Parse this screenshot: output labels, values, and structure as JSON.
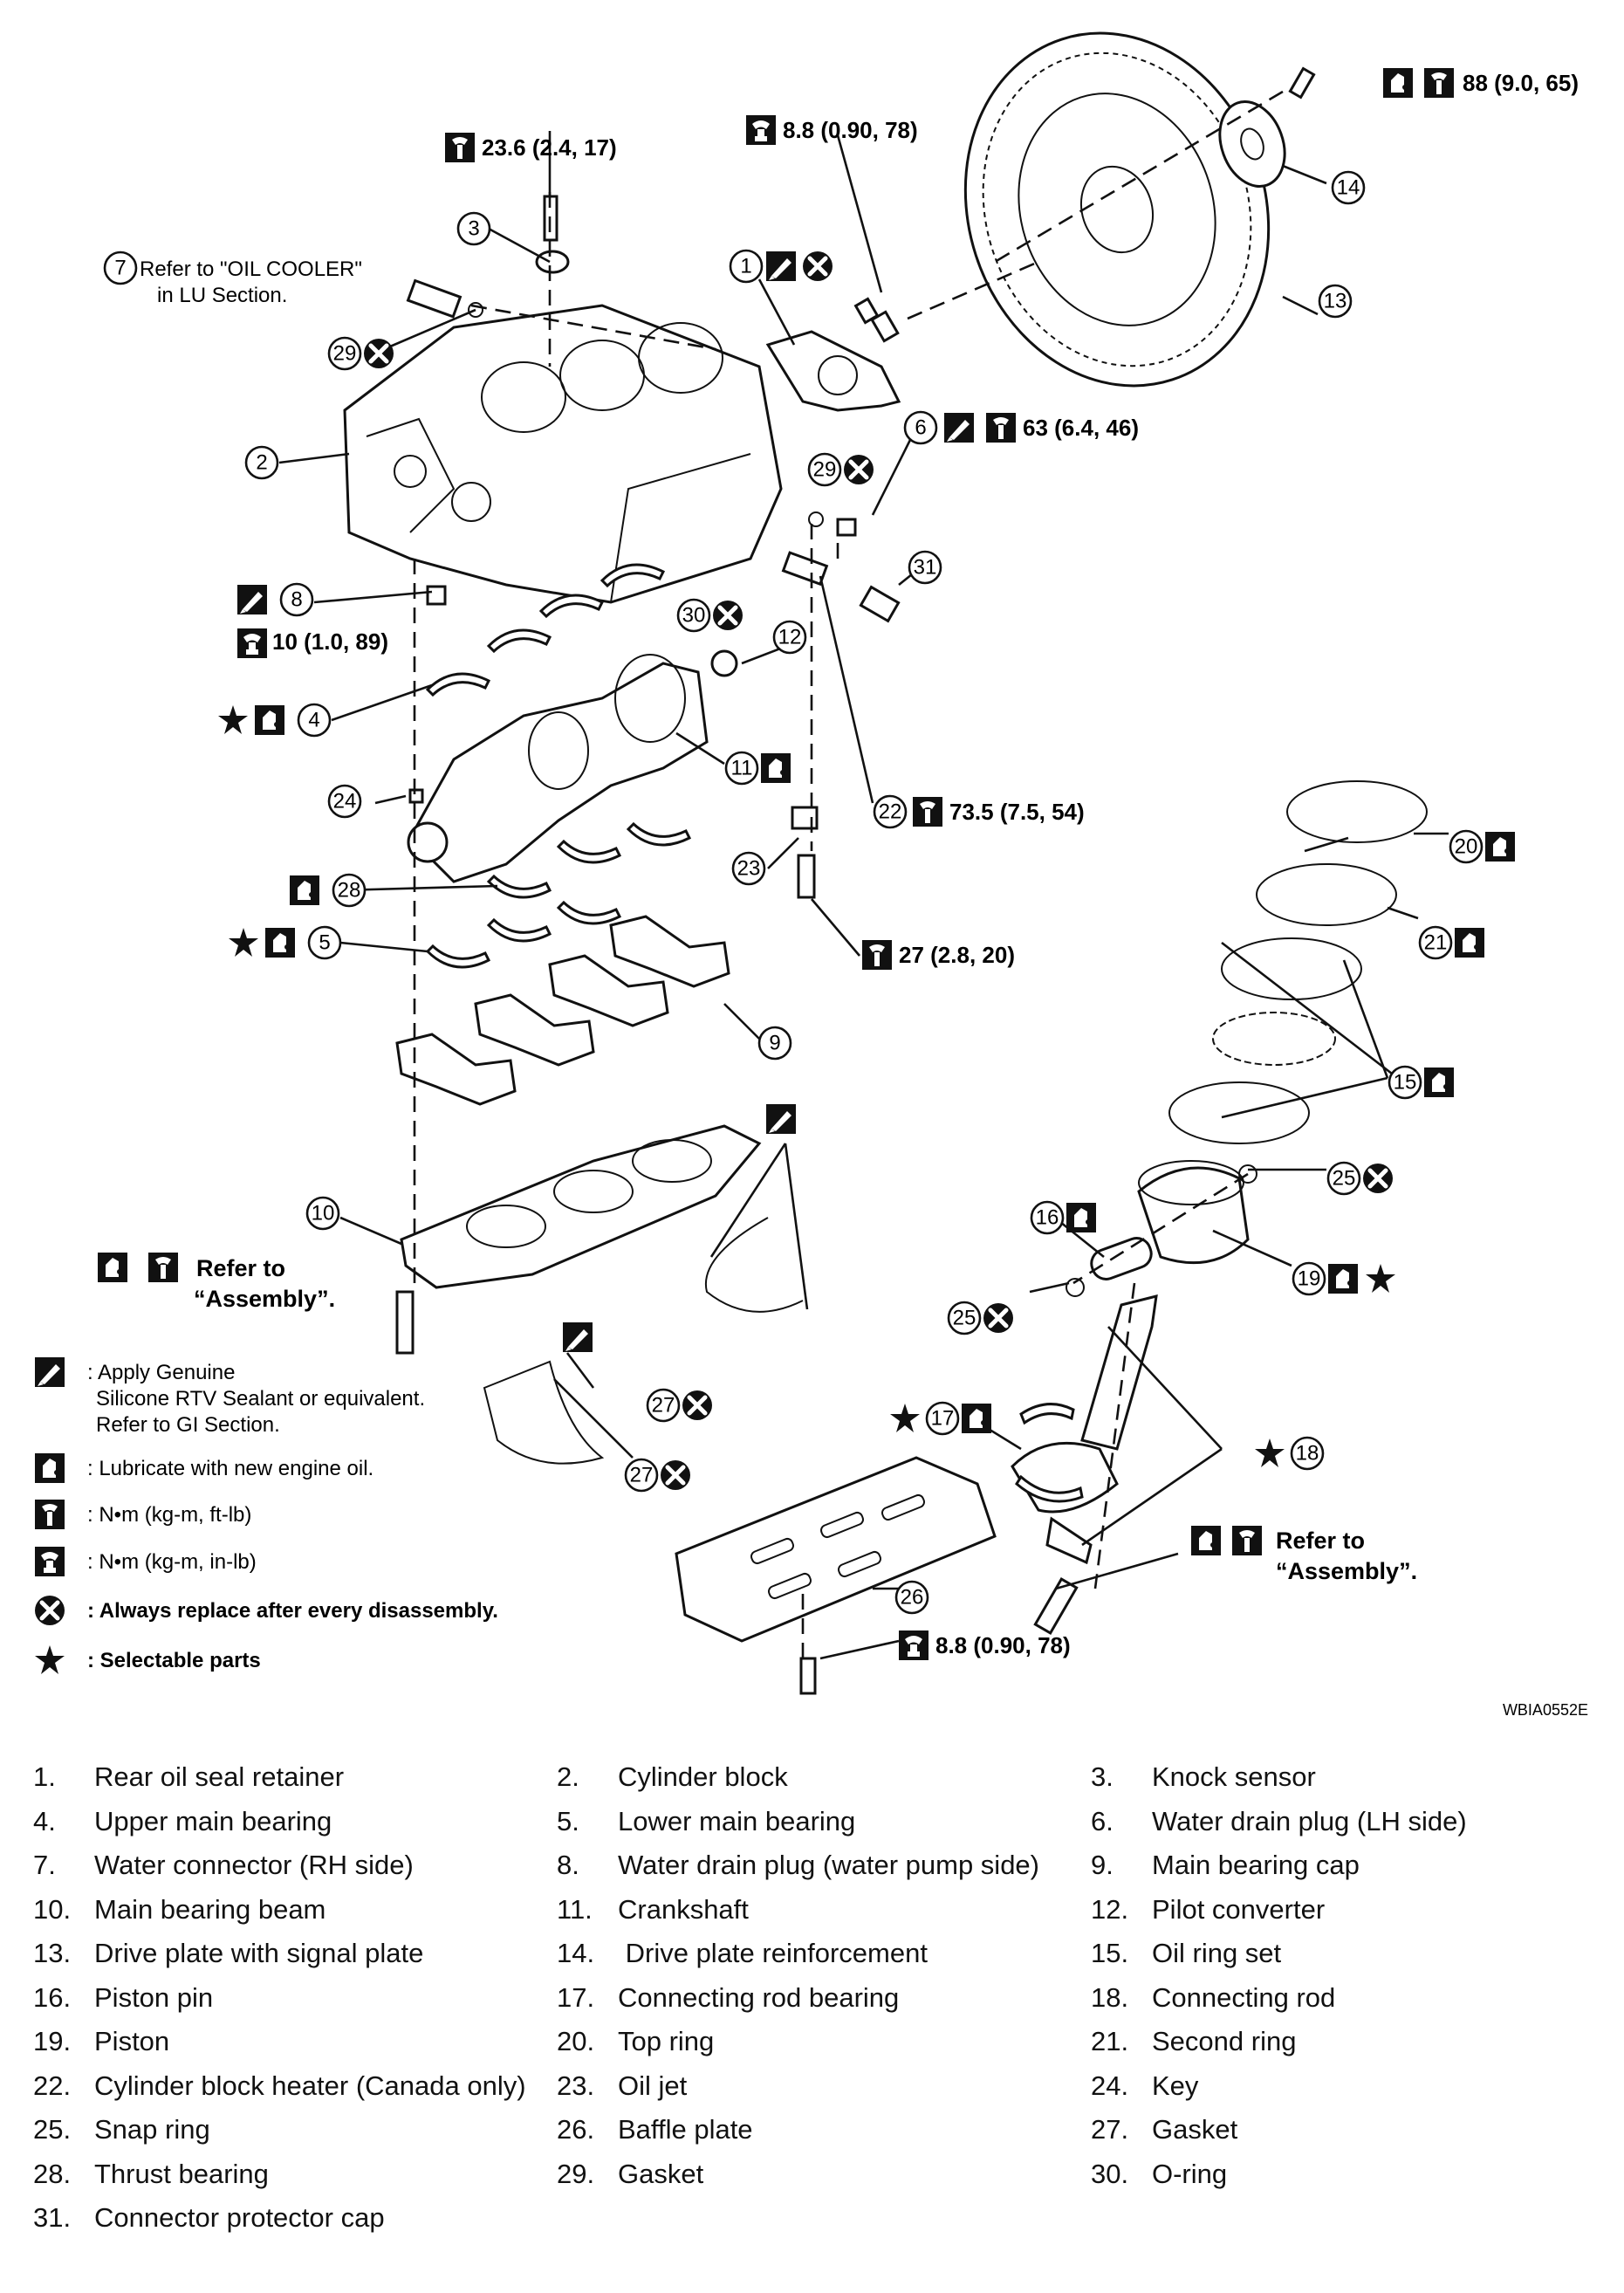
{
  "figure_code": "WBIA0552E",
  "specs": {
    "flywheel_bolt": "88 (9.0, 65)",
    "knock_sensor_bolt": "23.6 (2.4, 17)",
    "retainer_bolt": "8.8 (0.90, 78)",
    "drain_plug_lh": "63 (6.4, 46)",
    "drain_plug_wp": "10 (1.0, 89)",
    "heater": "73.5 (7.5, 54)",
    "oil_jet": "27 (2.8, 20)",
    "baffle_bolt": "8.8 (0.90, 78)"
  },
  "notes": {
    "oil_cooler_1": "Refer to \"OIL COOLER\"",
    "oil_cooler_2": "in LU Section.",
    "refer_to": "Refer to",
    "assembly": "“Assembly”.",
    "assembly_rod": "“Assembly”."
  },
  "legend": {
    "sealant_1": ": Apply Genuine",
    "sealant_2": "Silicone RTV Sealant or equivalent.",
    "sealant_3": "Refer to GI Section.",
    "lubricate": ": Lubricate with new engine oil.",
    "torque_ftlb": ": N•m (kg-m, ft-lb)",
    "torque_inlb": ": N•m (kg-m, in-lb)",
    "replace": ": Always replace after every disassembly.",
    "selectable": ": Selectable parts"
  },
  "callouts": [
    "1",
    "2",
    "3",
    "4",
    "5",
    "6",
    "7",
    "8",
    "9",
    "10",
    "11",
    "12",
    "13",
    "14",
    "15",
    "16",
    "17",
    "18",
    "19",
    "20",
    "21",
    "22",
    "23",
    "24",
    "25",
    "26",
    "27",
    "28",
    "29",
    "30",
    "31"
  ],
  "parts": [
    {
      "num": "1.",
      "name": "Rear oil seal retainer"
    },
    {
      "num": "2.",
      "name": "Cylinder block"
    },
    {
      "num": "3.",
      "name": "Knock sensor"
    },
    {
      "num": "4.",
      "name": "Upper main bearing"
    },
    {
      "num": "5.",
      "name": "Lower main bearing"
    },
    {
      "num": "6.",
      "name": "Water drain plug (LH side)"
    },
    {
      "num": "7.",
      "name": "Water connector (RH side)"
    },
    {
      "num": "8.",
      "name": "Water drain plug (water pump side)"
    },
    {
      "num": "9.",
      "name": "Main bearing cap"
    },
    {
      "num": "10.",
      "name": "Main bearing beam"
    },
    {
      "num": "11.",
      "name": "Crankshaft"
    },
    {
      "num": "12.",
      "name": "Pilot converter"
    },
    {
      "num": "13.",
      "name": "Drive plate with signal plate"
    },
    {
      "num": "14.",
      "name": " Drive plate reinforcement"
    },
    {
      "num": "15.",
      "name": "Oil ring set"
    },
    {
      "num": "16.",
      "name": "Piston pin"
    },
    {
      "num": "17.",
      "name": "Connecting rod bearing"
    },
    {
      "num": "18.",
      "name": "Connecting rod"
    },
    {
      "num": "19.",
      "name": "Piston"
    },
    {
      "num": "20.",
      "name": "Top ring"
    },
    {
      "num": "21.",
      "name": "Second ring"
    },
    {
      "num": "22.",
      "name": "Cylinder block heater (Canada only)"
    },
    {
      "num": "23.",
      "name": "Oil jet"
    },
    {
      "num": "24.",
      "name": "Key"
    },
    {
      "num": "25.",
      "name": "Snap ring"
    },
    {
      "num": "26.",
      "name": "Baffle plate"
    },
    {
      "num": "27.",
      "name": "Gasket"
    },
    {
      "num": "28.",
      "name": "Thrust bearing"
    },
    {
      "num": "29.",
      "name": "Gasket"
    },
    {
      "num": "30.",
      "name": "O-ring"
    },
    {
      "num": "31.",
      "name": "Connector protector cap"
    }
  ]
}
